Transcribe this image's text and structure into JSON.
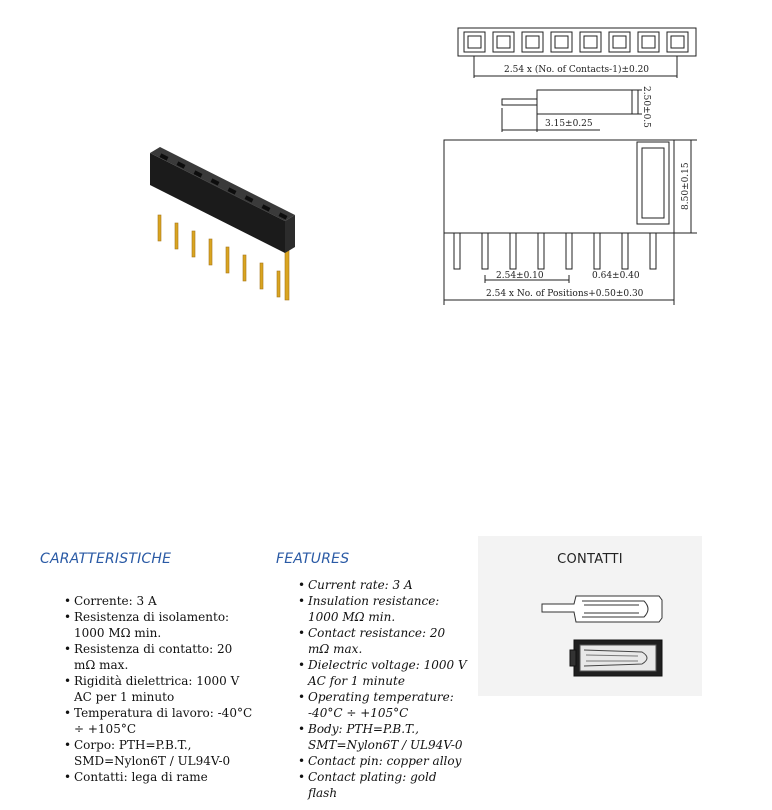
{
  "drawing": {
    "dim_pitch_total": "2.54 x (No. of Contacts-1)±0.20",
    "dim_body_depth": "3.15±0.25",
    "dim_side": "2.50±0.5",
    "dim_height": "8.50±0.15",
    "dim_pitch": "2.54±0.10",
    "dim_pin": "0.64±0.40",
    "dim_overall": "2.54 x No. of Positions+0.50±0.30"
  },
  "italian": {
    "heading": "CARATTERISTICHE",
    "items": [
      "Corrente: 3 A",
      "Resistenza di isolamento: 1000 MΩ min.",
      "Resistenza di contatto: 20 mΩ max.",
      "Rigidità dielettrica: 1000 V AC per 1 minuto",
      "Temperatura di lavoro: -40°C ÷ +105°C",
      "Corpo: PTH=P.B.T., SMD=Nylon6T / UL94V-0",
      "Contatti: lega di rame"
    ]
  },
  "english": {
    "heading": "FEATURES",
    "items": [
      "Current rate: 3 A",
      "Insulation resistance: 1000 MΩ min.",
      "Contact resistance: 20 mΩ max.",
      "Dielectric voltage: 1000 V AC for 1 minute",
      "Operating temperature: -40°C ÷ +105°C",
      "Body: PTH=P.B.T., SMT=Nylon6T / UL94V-0",
      "Contact pin: copper alloy",
      "Contact plating: gold flash"
    ]
  },
  "contacts": {
    "title": "CONTATTI"
  }
}
